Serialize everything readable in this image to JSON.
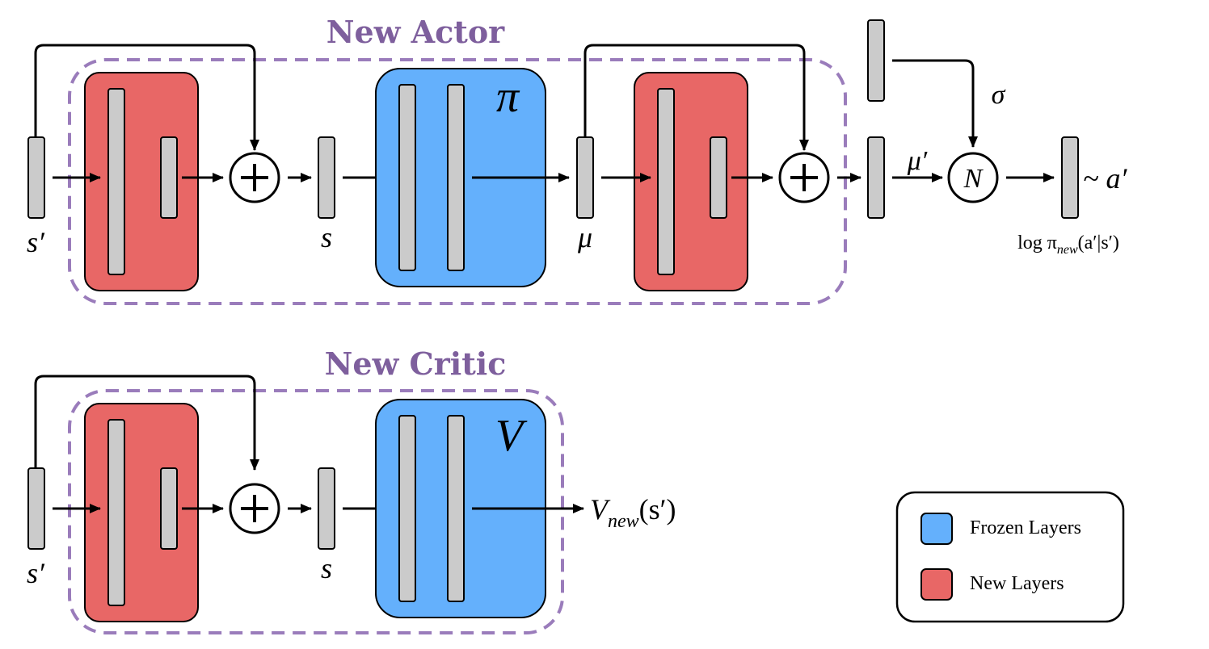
{
  "actor": {
    "title": "New Actor",
    "input_label": "s′",
    "state_label": "s",
    "policy_symbol": "π",
    "mu_label": "μ",
    "sigma_label": "σ",
    "mu_prime_label": "μ′",
    "normal_label": "N",
    "sample_label": "~ a′",
    "logprob_label": "log π",
    "logprob_sub": "new",
    "logprob_args": "(a′|s′)"
  },
  "critic": {
    "title": "New Critic",
    "input_label": "s′",
    "state_label": "s",
    "value_symbol": "V",
    "output_label": "V",
    "output_sub": "new",
    "output_args": "(s′)"
  },
  "legend": {
    "items": [
      {
        "label": "Frozen Layers",
        "color": "#64b0fc"
      },
      {
        "label": "New Layers",
        "color": "#e86766"
      }
    ]
  },
  "colors": {
    "frozen": "#64b0fc",
    "new": "#e86766",
    "layer_bar": "#cbcbcb",
    "outline": "#9a7cbb",
    "title": "#7e5f9d"
  }
}
